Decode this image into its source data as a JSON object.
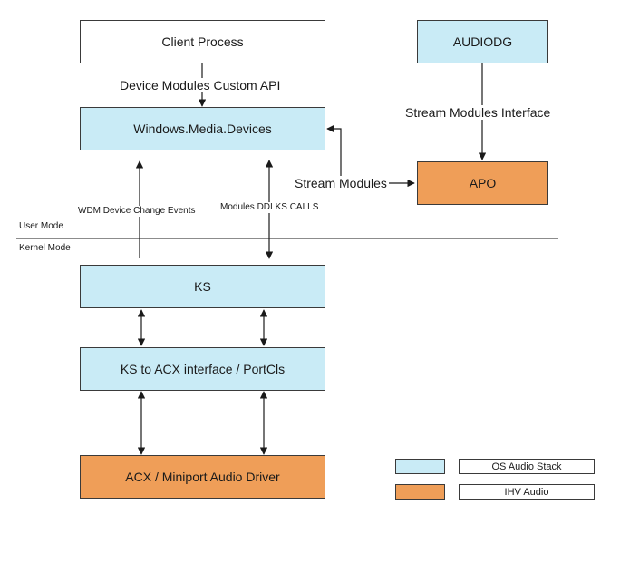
{
  "boxes": {
    "client_process": "Client Process",
    "audiodg": "AUDIODG",
    "windows_media_devices": "Windows.Media.Devices",
    "apo": "APO",
    "ks": "KS",
    "ks_to_acx": "KS to ACX interface / PortCls",
    "acx_miniport": "ACX / Miniport Audio Driver"
  },
  "labels": {
    "device_modules_api": "Device Modules Custom API",
    "stream_modules_interface": "Stream Modules Interface",
    "stream_modules": "Stream Modules",
    "wdm_events": "WDM Device Change Events",
    "modules_ddi": "Modules DDI KS CALLS",
    "user_mode": "User Mode",
    "kernel_mode": "Kernel Mode"
  },
  "legend": {
    "os_audio_stack": "OS Audio Stack",
    "ihv_audio": "IHV Audio"
  },
  "colors": {
    "os_audio_stack": "#c9ebf6",
    "ihv_audio": "#ef9e58"
  }
}
